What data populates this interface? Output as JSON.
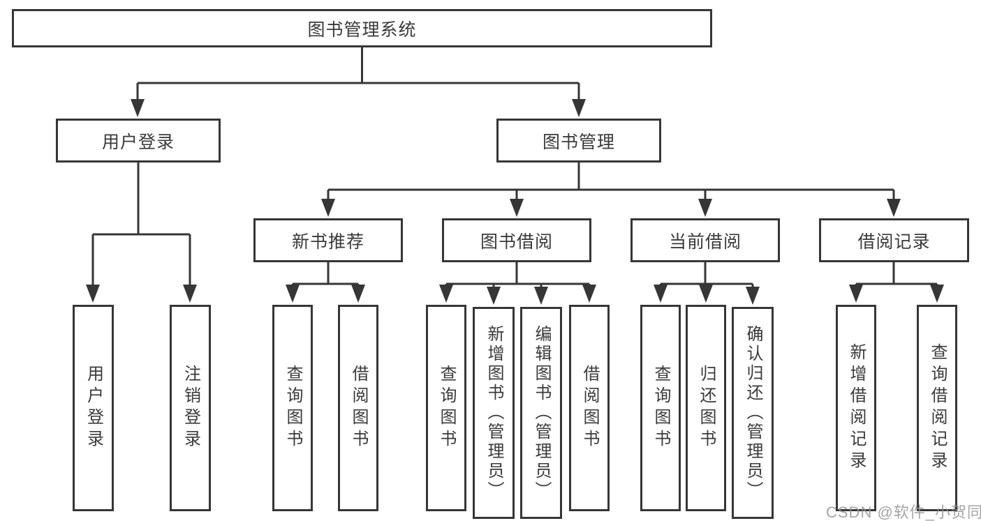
{
  "diagram": {
    "nodes": {
      "root": {
        "label": "图书管理系统"
      },
      "user_login": {
        "label": "用户登录"
      },
      "book_mgmt": {
        "label": "图书管理"
      },
      "new_book_rec": {
        "label": "新书推荐"
      },
      "book_borrow": {
        "label": "图书借阅"
      },
      "current_borrow": {
        "label": "当前借阅"
      },
      "borrow_record": {
        "label": "借阅记录"
      },
      "leaf_user_login": {
        "label": "用户登录"
      },
      "leaf_logout": {
        "label": "注销登录"
      },
      "leaf_query_book_rec": {
        "label": "查询图书"
      },
      "leaf_borrow_book_rec": {
        "label": "借阅图书"
      },
      "leaf_query_book_borrow": {
        "label": "查询图书"
      },
      "leaf_add_book": {
        "label": "新增图书（管理员）"
      },
      "leaf_edit_book": {
        "label": "编辑图书（管理员）"
      },
      "leaf_borrow_book": {
        "label": "借阅图书"
      },
      "leaf_query_book_current": {
        "label": "查询图书"
      },
      "leaf_return_book": {
        "label": "归还图书"
      },
      "leaf_confirm_return": {
        "label": "确认归还（管理员）"
      },
      "leaf_add_record": {
        "label": "新增借阅记录"
      },
      "leaf_query_record": {
        "label": "查询借阅记录"
      }
    },
    "edges": [
      [
        "root",
        "user_login"
      ],
      [
        "root",
        "book_mgmt"
      ],
      [
        "user_login",
        "leaf_user_login"
      ],
      [
        "user_login",
        "leaf_logout"
      ],
      [
        "book_mgmt",
        "new_book_rec"
      ],
      [
        "book_mgmt",
        "book_borrow"
      ],
      [
        "book_mgmt",
        "current_borrow"
      ],
      [
        "book_mgmt",
        "borrow_record"
      ],
      [
        "new_book_rec",
        "leaf_query_book_rec"
      ],
      [
        "new_book_rec",
        "leaf_borrow_book_rec"
      ],
      [
        "book_borrow",
        "leaf_query_book_borrow"
      ],
      [
        "book_borrow",
        "leaf_add_book"
      ],
      [
        "book_borrow",
        "leaf_edit_book"
      ],
      [
        "book_borrow",
        "leaf_borrow_book"
      ],
      [
        "current_borrow",
        "leaf_query_book_current"
      ],
      [
        "current_borrow",
        "leaf_return_book"
      ],
      [
        "current_borrow",
        "leaf_confirm_return"
      ],
      [
        "borrow_record",
        "leaf_add_record"
      ],
      [
        "borrow_record",
        "leaf_query_record"
      ]
    ],
    "colors": {
      "line": "#363636",
      "box_border": "#363636",
      "text": "#3a3a3a",
      "background": "#ffffff",
      "watermark": "#949494"
    }
  },
  "watermark": {
    "text": "CSDN @软件_小贺同学"
  }
}
